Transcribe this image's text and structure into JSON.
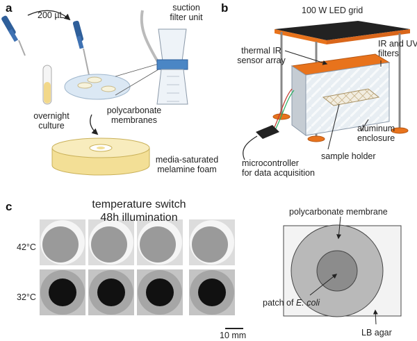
{
  "panel_a": {
    "letter": "a",
    "volume": "200 µL",
    "filter_unit": [
      "suction",
      "filter unit"
    ],
    "culture": [
      "overnight",
      "culture"
    ],
    "membranes": [
      "polycarbonate",
      "membranes"
    ],
    "foam": [
      "media-saturated",
      "melamine foam"
    ]
  },
  "panel_b": {
    "letter": "b",
    "led": "100 W LED grid",
    "filters": [
      "IR and UV",
      "filters"
    ],
    "sensor": [
      "thermal IR",
      "sensor array"
    ],
    "enclosure": [
      "aluminum",
      "enclosure"
    ],
    "holder": "sample holder",
    "micro": [
      "microcontroller",
      "for data acquisition"
    ]
  },
  "panel_c": {
    "letter": "c",
    "title": [
      "temperature switch",
      "48h illumination"
    ],
    "row_hot": "42°C",
    "row_cool": "32°C",
    "scale": "10 mm",
    "schematic_membrane": "polycarbonate membrane",
    "schematic_patch_prefix": "patch of ",
    "schematic_patch_species": "E. coli",
    "schematic_agar": "LB agar"
  },
  "colors": {
    "orange": "#e8731c",
    "pipette_blue": "#2f5f9a",
    "foam": "#f6e7a8",
    "agar_grey": "#b9b9b9",
    "patch_grey": "#8c8c8c"
  }
}
